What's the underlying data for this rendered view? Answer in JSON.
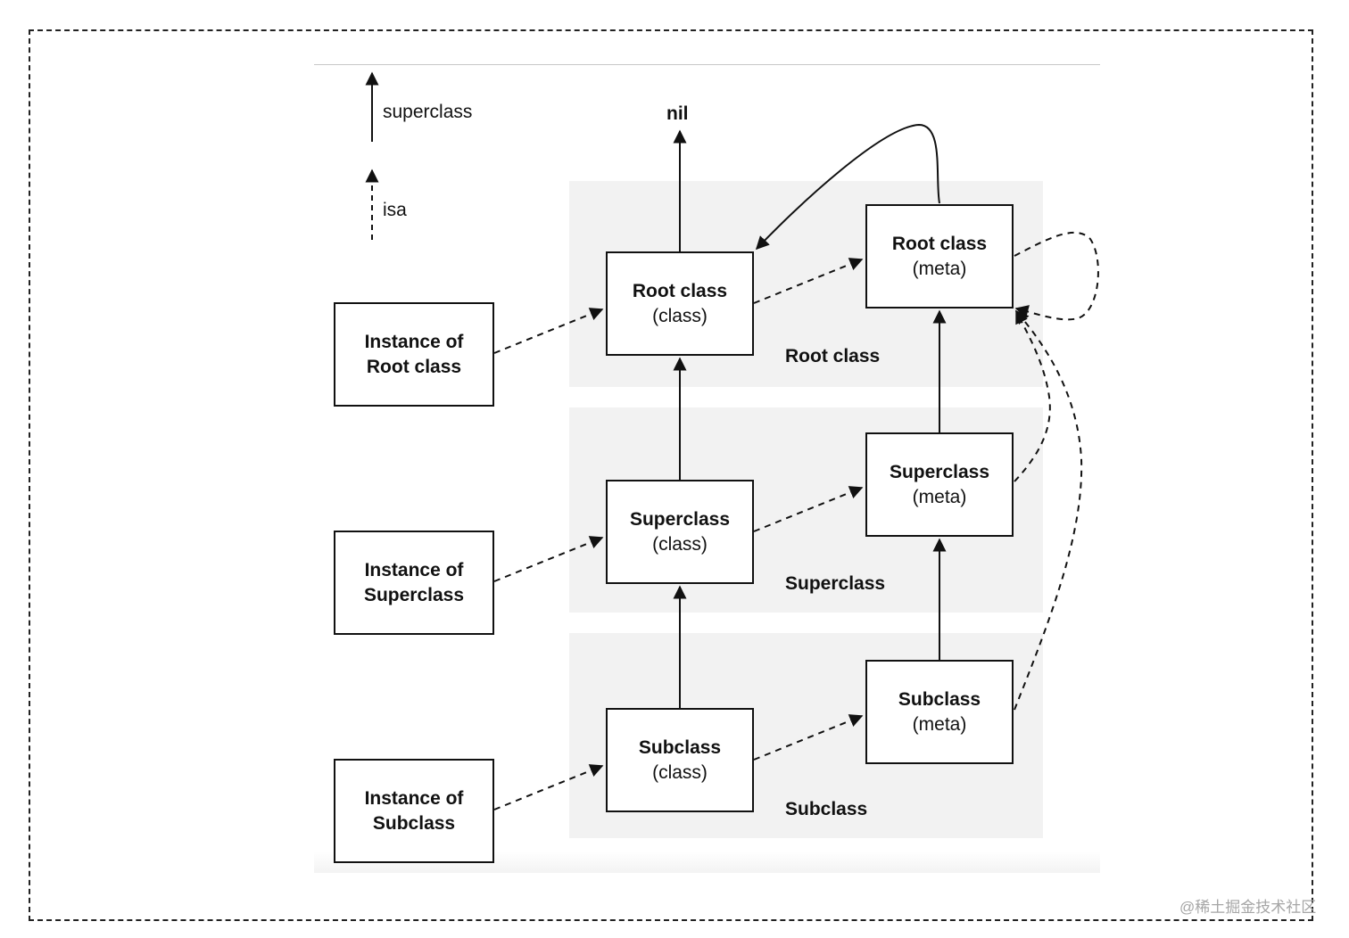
{
  "legend": {
    "superclass_label": "superclass",
    "isa_label": "isa"
  },
  "nil_label": "nil",
  "bands": {
    "root": "Root class",
    "superclass": "Superclass",
    "subclass": "Subclass"
  },
  "instances": {
    "root": {
      "line1": "Instance of",
      "line2": "Root class"
    },
    "superclass": {
      "line1": "Instance of",
      "line2": "Superclass"
    },
    "subclass": {
      "line1": "Instance of",
      "line2": "Subclass"
    }
  },
  "classes": {
    "root": {
      "name": "Root class",
      "kind": "(class)"
    },
    "superclass": {
      "name": "Superclass",
      "kind": "(class)"
    },
    "subclass": {
      "name": "Subclass",
      "kind": "(class)"
    }
  },
  "metas": {
    "root": {
      "name": "Root class",
      "kind": "(meta)"
    },
    "superclass": {
      "name": "Superclass",
      "kind": "(meta)"
    },
    "subclass": {
      "name": "Subclass",
      "kind": "(meta)"
    }
  },
  "watermark": "@稀土掘金技术社区",
  "colors": {
    "line": "#111111",
    "band_fill": "#f2f2f2",
    "frame": "#222222"
  }
}
